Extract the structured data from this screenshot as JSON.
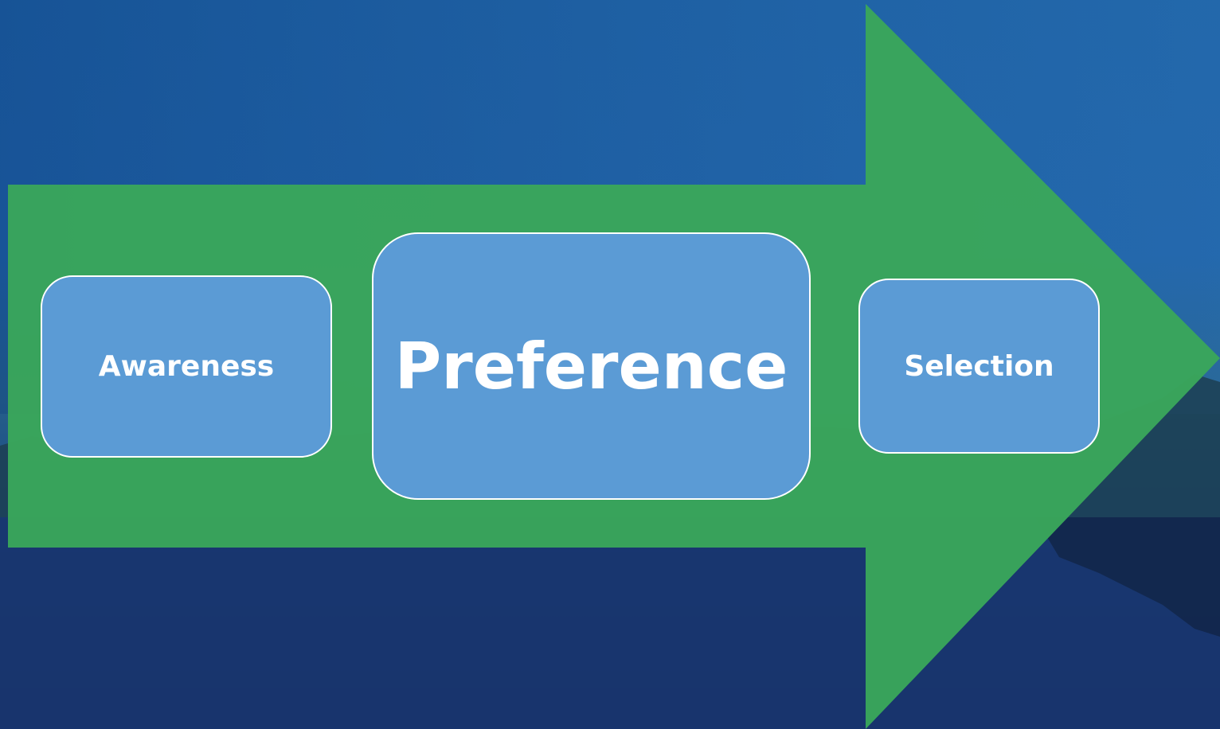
{
  "diagram": {
    "stages": [
      {
        "label": "Awareness"
      },
      {
        "label": "Preference"
      },
      {
        "label": "Selection"
      }
    ],
    "colors": {
      "arrow": "#3aa65b",
      "box_fill": "#5b9bd5",
      "box_border": "#ffffff",
      "text": "#ffffff",
      "sky_top": "#1a5a9e",
      "water_bottom": "#152f66"
    },
    "background": "night-lake-landscape-photo"
  }
}
